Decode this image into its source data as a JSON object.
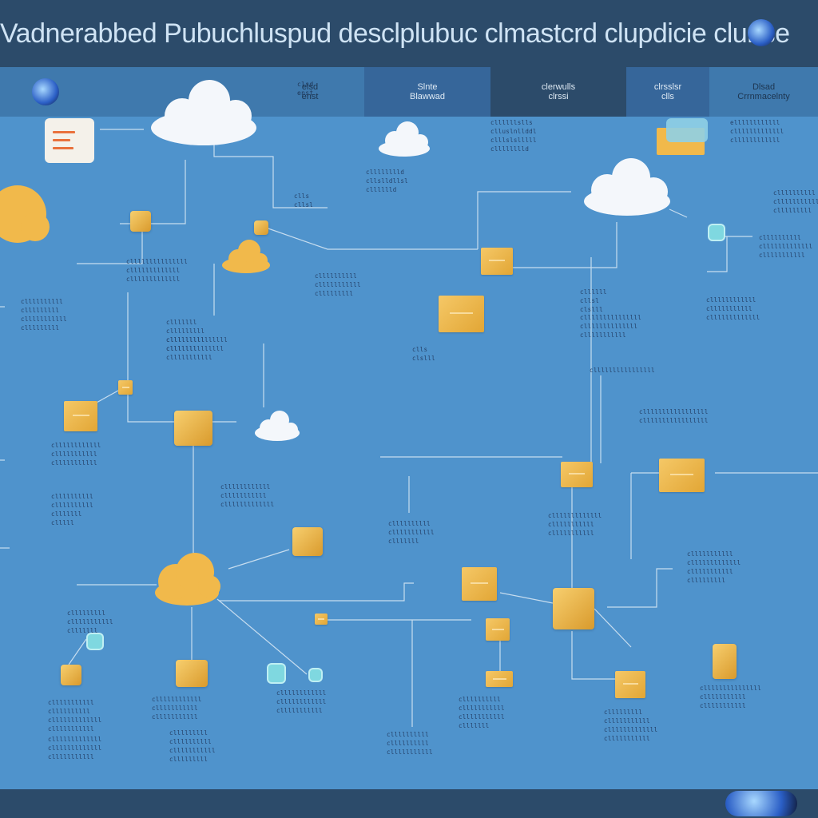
{
  "title": "Vadnerabbed Pubuchluspud desclplubuc clmastcrd clupdicie clunse",
  "tabs": [
    {
      "label": "elsd\nenst"
    },
    {
      "label": "Slnte\nBlawwad"
    },
    {
      "label": "clerwulls\nclrssi"
    },
    {
      "label": "clrsslsr\nclls"
    },
    {
      "label": "Dlsad\nCrrnmacelnty"
    }
  ],
  "notes": [
    "clsd\nenst",
    "cllllllslls\nclluslnllddl\nclllslslllll\nclllllllld",
    "clls\ncllsl",
    "clllllllld\ncllslldllsl\nclllllld",
    "ellllllllllll\nclllllllllllll\ncllllllllllll",
    "cllllllllll\nclllllllllll\nclllllllll",
    "cllllllllll\nclllllllllllll\nclllllllllll",
    "clllllllllllllll\nclllllllllllll\nclllllllllllll",
    "cllllllllll\nclllllllllll\nclllllllll",
    "cllllllllllll\nclllllllllll\nclllllllllllll",
    "cllllll\ncllsl\nclslll",
    "cllllllllll\nclllllllll\nclllllllllll\nclllllllll",
    "clllllll\nclllllllll\nclllllllll\nclllllll",
    "clls\nclslll",
    "clllllllllllllllll\nclllllllllllllllll",
    "cllllllllllllllll",
    "cllllllllllll\nclllllllllll\nclllllllllll",
    "cllllllllllll\nclllllllllll\nclllllllllllll",
    "cllllllllll\ncllllllllll\nclllllll\nclllll",
    "cllllllllll\nclllllllllll\nclllllll",
    "clllllllllllll\nclllllllllll\nclllllllllll",
    "clllllllllll\nclllllllllllll\nclllllllllll\nclllllllll",
    "clllllllllllllll\ncllllllllllllll\nclllllllllll",
    "clllllllllll\ncllllllllll\nclllllllllllll\nclllllllllll",
    "cllllllllllll\nclllllllllll\nclllllllllll",
    "cllllllllllll\ncllllllllllll\nclllllllllll",
    "cllllllllll\nclllllllllll\nclllllllllll\nclllllll",
    "clllllllll\nclllllllllll\nclllllllllllll\nclllllllllll",
    "clllllllllllllll\nclllllllllll\nclllllllllll",
    "cllllllllll\ncllllllllll\nclllllllllll",
    "clllllllll\ncllllllllll\nclllllllllll\nclllllllll",
    "clllllllllllll\nclllllllllllll\nclllllllllll",
    "clllllllll\nclllllllllll\nclllllll",
    "clllllllllllllll\ncllllllllllllll\nclllllllllll"
  ],
  "colors": {
    "background": "#4f93cc",
    "header": "#2c4b6a",
    "cloud": "#f3f6fa",
    "node": "#efb74c",
    "link": "#dceaf6",
    "note_text": "#25426a"
  }
}
